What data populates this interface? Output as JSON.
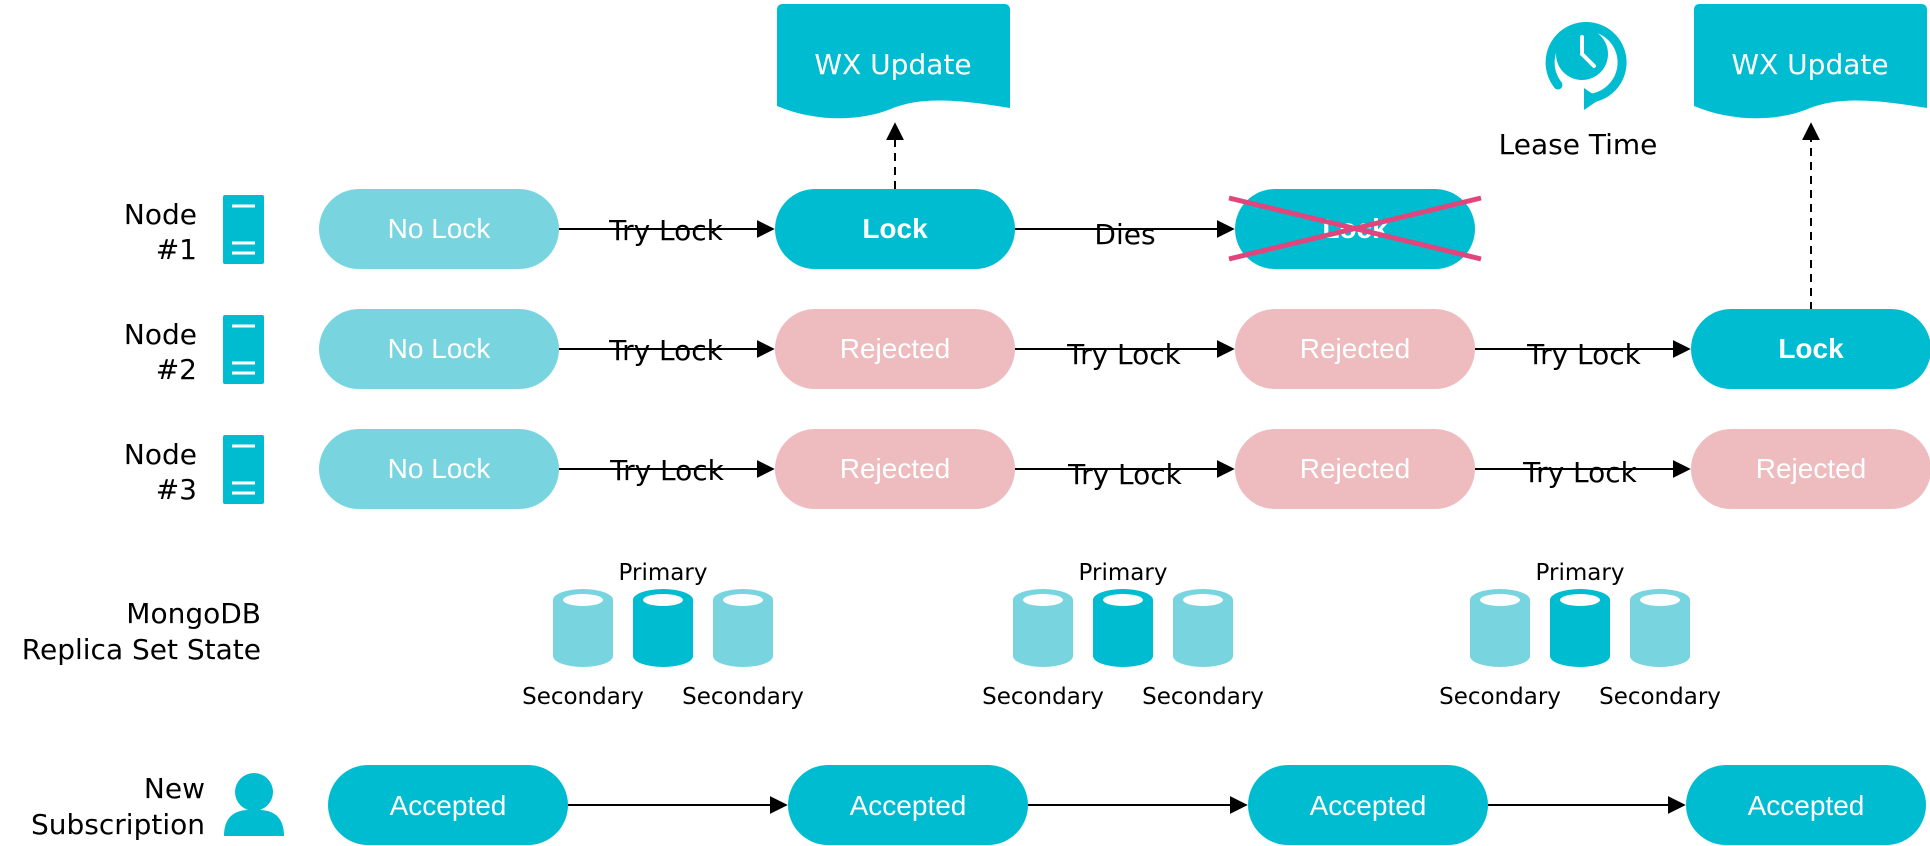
{
  "colors": {
    "teal": "#00bcd0",
    "light_teal": "#78d4df",
    "pink": "#eebcbf",
    "cross": "#e0457b",
    "arrow": "#000000"
  },
  "rows": [
    {
      "label_line1": "Node",
      "label_line2": "#1",
      "states": [
        "No Lock",
        "Lock",
        "Lock"
      ],
      "transitions": [
        "Try Lock",
        "Dies"
      ]
    },
    {
      "label_line1": "Node",
      "label_line2": "#2",
      "states": [
        "No Lock",
        "Rejected",
        "Rejected",
        "Lock"
      ],
      "transitions": [
        "Try Lock",
        "Try Lock",
        "Try Lock"
      ]
    },
    {
      "label_line1": "Node",
      "label_line2": "#3",
      "states": [
        "No Lock",
        "Rejected",
        "Rejected",
        "Rejected"
      ],
      "transitions": [
        "Try Lock",
        "Try Lock",
        "Try Lock"
      ]
    }
  ],
  "wx_update": [
    "WX Update",
    "WX Update"
  ],
  "lease_time": "Lease Time",
  "mongodb": {
    "label_line1": "MongoDB",
    "label_line2": "Replica Set State",
    "primary": [
      "Primary",
      "Primary",
      "Primary"
    ],
    "secondary": [
      "Secondary",
      "Secondary",
      "Secondary",
      "Secondary",
      "Secondary",
      "Secondary"
    ]
  },
  "subscription": {
    "label_line1": "New",
    "label_line2": "Subscription",
    "states": [
      "Accepted",
      "Accepted",
      "Accepted",
      "Accepted"
    ]
  }
}
